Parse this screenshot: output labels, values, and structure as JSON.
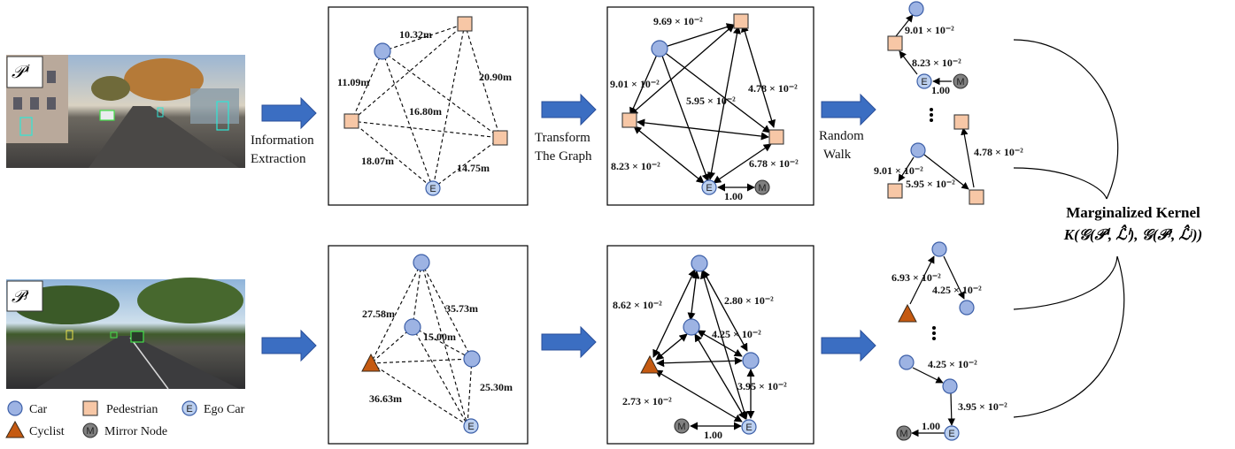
{
  "colors": {
    "car": "#9db3e3",
    "car_stroke": "#3c5fa8",
    "pedestrian": "#f7c7a6",
    "pedestrian_stroke": "#3a3a3a",
    "cyclist": "#c55a11",
    "mirror": "#808080",
    "arrow_fill": "#3b6ec2",
    "arrow_stroke": "#2a4f9a"
  },
  "scenes": {
    "top_tag": "𝒫ⁱ",
    "bottom_tag": "𝒫ʲ"
  },
  "node_labels": {
    "ego": "E",
    "mirror": "M"
  },
  "steps": {
    "info_line1": "Information",
    "info_line2": "Extraction",
    "transform_line1": "Transform",
    "transform_line2": "The Graph",
    "walk_line1": "Random",
    "walk_line2": "Walk"
  },
  "top_distances": [
    "10.32m",
    "11.09m",
    "16.80m",
    "20.90m",
    "18.07m",
    "14.75m"
  ],
  "top_weights": [
    "9.69 × 10⁻²",
    "9.01 × 10⁻²",
    "5.95 × 10⁻²",
    "4.78 × 10⁻²",
    "8.23 × 10⁻²",
    "6.78 × 10⁻²",
    "1.00"
  ],
  "top_walks": [
    "9.01 × 10⁻²",
    "8.23 × 10⁻²",
    "1.00",
    "9.01 × 10⁻²",
    "5.95 × 10⁻²",
    "4.78 × 10⁻²"
  ],
  "bottom_distances": [
    "27.58m",
    "35.73m",
    "15.00m",
    "36.63m",
    "25.30m"
  ],
  "bottom_weights": [
    "8.62 × 10⁻²",
    "2.80 × 10⁻²",
    "4.25 × 10⁻²",
    "2.73 × 10⁻²",
    "3.95 × 10⁻²",
    "1.00"
  ],
  "bottom_walks": [
    "6.93 × 10⁻²",
    "4.25 × 10⁻²",
    "4.25 × 10⁻²",
    "3.95 × 10⁻²",
    "1.00"
  ],
  "kernel": {
    "title": "Marginalized Kernel",
    "formula": "K(𝒢(𝒫ⁱ, ℒ̂ⁱ), 𝒢(𝒫ʲ, ℒ̂ʲ))"
  },
  "legend": {
    "car": "Car",
    "pedestrian": "Pedestrian",
    "ego": "Ego Car",
    "cyclist": "Cyclist",
    "mirror": "Mirror Node"
  }
}
